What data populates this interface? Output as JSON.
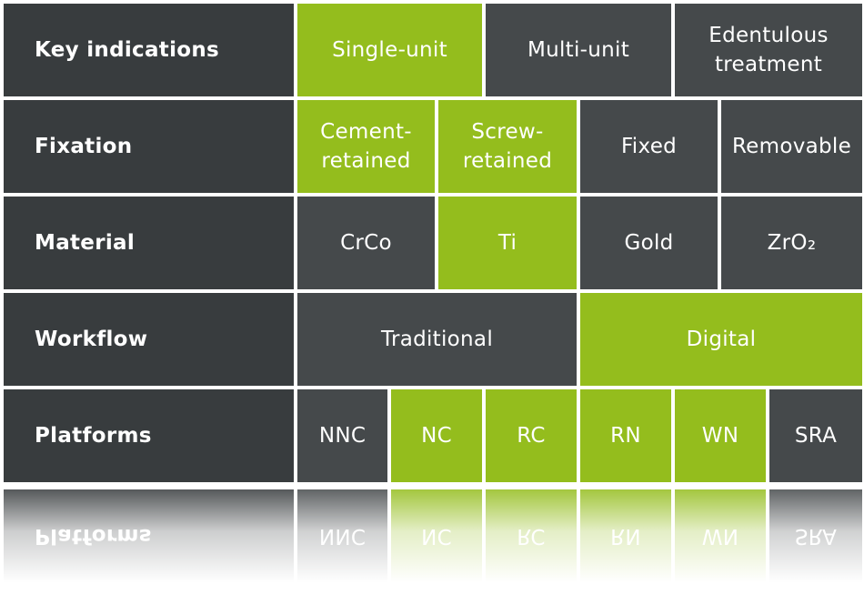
{
  "rows": [
    {
      "label": "Key indications",
      "cells": [
        {
          "text": "Single-unit",
          "color": "green"
        },
        {
          "text": "Multi-unit",
          "color": "dark"
        },
        {
          "text": "Edentulous\ntreatment",
          "color": "dark"
        }
      ]
    },
    {
      "label": "Fixation",
      "cells": [
        {
          "text": "Cement-\nretained",
          "color": "green"
        },
        {
          "text": "Screw-\nretained",
          "color": "green"
        },
        {
          "text": "Fixed",
          "color": "dark"
        },
        {
          "text": "Removable",
          "color": "dark"
        }
      ]
    },
    {
      "label": "Material",
      "cells": [
        {
          "text": "CrCo",
          "color": "dark"
        },
        {
          "text": "Ti",
          "color": "green"
        },
        {
          "text": "Gold",
          "color": "dark"
        },
        {
          "text": "ZrO₂",
          "color": "dark"
        }
      ]
    },
    {
      "label": "Workflow",
      "cells": [
        {
          "text": "Traditional",
          "color": "dark"
        },
        {
          "text": "Digital",
          "color": "green"
        }
      ]
    },
    {
      "label": "Platforms",
      "cells": [
        {
          "text": "NNC",
          "color": "dark"
        },
        {
          "text": "NC",
          "color": "green"
        },
        {
          "text": "RC",
          "color": "green"
        },
        {
          "text": "RN",
          "color": "green"
        },
        {
          "text": "WN",
          "color": "green"
        },
        {
          "text": "SRA",
          "color": "dark"
        }
      ]
    }
  ],
  "colors": {
    "green": "#94bd1d",
    "dark": "#45494b",
    "header": "#383c3e"
  }
}
